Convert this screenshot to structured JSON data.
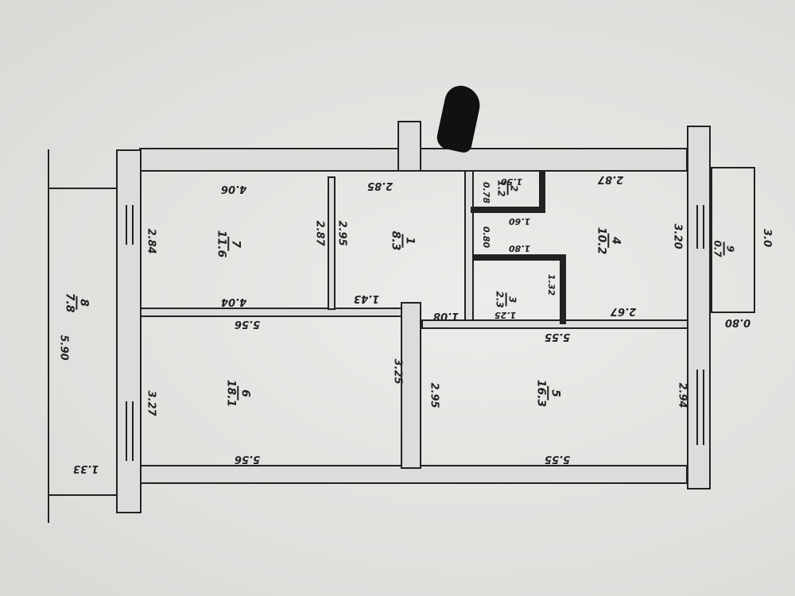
{
  "rooms": [
    {
      "num": "7",
      "area": "11.6"
    },
    {
      "num": "1",
      "area": "8.3"
    },
    {
      "num": "2",
      "area": "1.2"
    },
    {
      "num": "3",
      "area": "2.3"
    },
    {
      "num": "4",
      "area": "10.2"
    },
    {
      "num": "9",
      "area": "0.7"
    },
    {
      "num": "8",
      "area": "7.8"
    },
    {
      "num": "6",
      "area": "18.1"
    },
    {
      "num": "5",
      "area": "16.3"
    }
  ],
  "dims": {
    "d406": "4.06",
    "d404": "4.04",
    "d284": "2.84",
    "d287": "2.87",
    "d295a": "2.95",
    "d285": "2.85",
    "d143": "1.43",
    "d108": "1.08",
    "d078": "0.78",
    "d150": "1.50",
    "d160": "1.60",
    "d080a": "0.80",
    "d180": "1.80",
    "d132": "1.32",
    "d125": "1.25",
    "d287b": "2.87",
    "d320": "3.20",
    "d267": "2.67",
    "d30": "3.0",
    "d080b": "0.80",
    "d556a": "5.56",
    "d556b": "5.56",
    "d555a": "5.55",
    "d555b": "5.55",
    "d327": "3.27",
    "d325": "3.25",
    "d295b": "2.95",
    "d294": "2.94",
    "d590": "5.90",
    "d133": "1.33"
  }
}
